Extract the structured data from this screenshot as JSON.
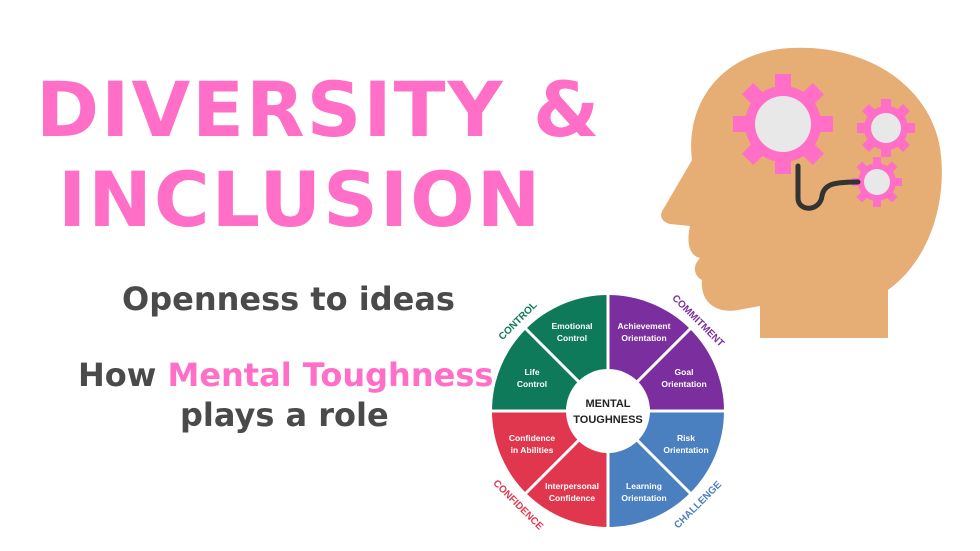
{
  "title": {
    "line1": "DIVERSITY &",
    "line2": "INCLUSION"
  },
  "subtitle": {
    "line1": "Openness to ideas",
    "line2_prefix": "How ",
    "line2_highlight": "Mental Toughness",
    "line3": "plays a role"
  },
  "wheel": {
    "center_line1": "MENTAL",
    "center_line2": "TOUGHNESS",
    "quadrants": {
      "control": "CONTROL",
      "commitment": "COMMITMENT",
      "challenge": "CHALLENGE",
      "confidence": "CONFIDENCE"
    },
    "segments": {
      "emotional_control_1": "Emotional",
      "emotional_control_2": "Control",
      "life_control_1": "Life",
      "life_control_2": "Control",
      "achievement_1": "Achievement",
      "achievement_2": "Orientation",
      "goal_1": "Goal",
      "goal_2": "Orientation",
      "risk_1": "Risk",
      "risk_2": "Orientation",
      "learning_1": "Learning",
      "learning_2": "Orientation",
      "conf_abilities_1": "Confidence",
      "conf_abilities_2": "in Abilities",
      "interpersonal_1": "Interpersonal",
      "interpersonal_2": "Confidence"
    },
    "colors": {
      "control": "#0f7a5a",
      "commitment": "#7b2f9e",
      "challenge": "#4a7fc0",
      "confidence": "#e0374e"
    }
  },
  "head": {
    "skin": "#e6ad74",
    "gear": "#ff6ec7",
    "gear_center": "#e8e8e8"
  }
}
